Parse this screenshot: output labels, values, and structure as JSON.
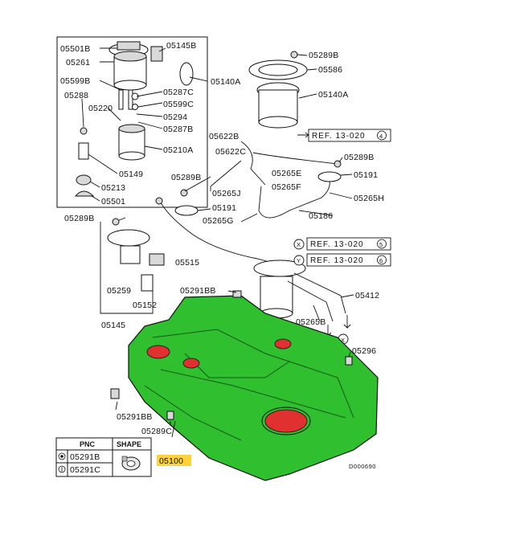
{
  "labels": {
    "p05501b": "05501B",
    "p05145b": "05145B",
    "p05261": "05261",
    "p05599b": "05599B",
    "p05140a_left": "05140A",
    "p05287c": "05287C",
    "p05288": "05288",
    "p05599c": "05599C",
    "p05220": "05220",
    "p05294": "05294",
    "p05287b": "05287B",
    "p05210a": "05210A",
    "p05149": "05149",
    "p05213": "05213",
    "p05501": "05501",
    "p05289b_top": "05289B",
    "p05586": "05586",
    "p05140a_right": "05140A",
    "p05622b": "05622B",
    "p05622c": "05622C",
    "p05289b_ref": "05289B",
    "p05265e": "05265E",
    "p05191_right": "05191",
    "p05289b_mid": "05289B",
    "p05265j": "05265J",
    "p05265f": "05265F",
    "p05265h": "05265H",
    "p05191_mid": "05191",
    "p05186": "05186",
    "p05265g": "05265G",
    "p05289b_left": "05289B",
    "p05515": "05515",
    "p05291bb_top": "05291BB",
    "p05259": "05259",
    "p05152": "05152",
    "p05412": "05412",
    "p05145": "05145",
    "p05265b": "05265B",
    "p05296": "05296",
    "p05291bb_bot": "05291BB",
    "p05289c": "05289C",
    "p05100": "05100",
    "code": "D000690"
  },
  "refs": {
    "ref1": "REF. 13-020",
    "ref1_num": "4",
    "ref2": "REF. 13-020",
    "ref2_num": "5",
    "ref3": "REF. 13-020",
    "ref3_num": "6",
    "x_mark": "X",
    "y_mark": "Y"
  },
  "table": {
    "col_pnc": "PNC",
    "col_shape": "SHAPE",
    "row1_pnc": "05291B",
    "row2_pnc": "05291C"
  },
  "colors": {
    "tank": "#2fbf2f",
    "highlight": "#ffd23a",
    "red": "#e03030"
  }
}
